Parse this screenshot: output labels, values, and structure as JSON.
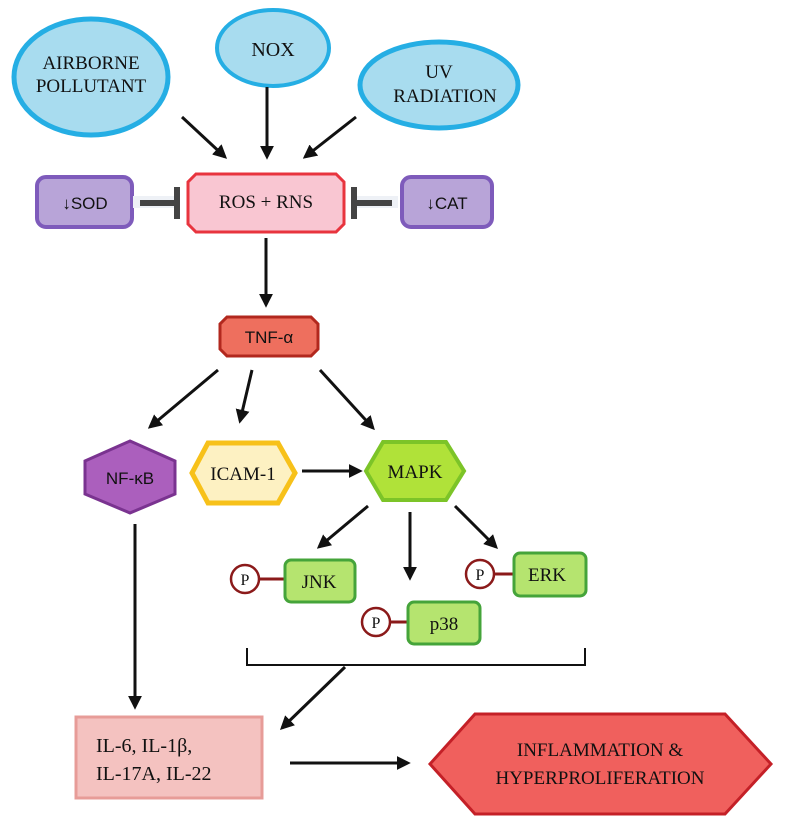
{
  "nodes": {
    "airborne_line1": "AIRBORNE",
    "airborne_line2": "POLLUTANT",
    "nox": "NOX",
    "uv_line1": "UV",
    "uv_line2": "RADIATION",
    "sod": "↓SOD",
    "ros": "ROS + RNS",
    "cat": "↓CAT",
    "tnf": "TNF-α",
    "nfkb": "NF-κB",
    "icam": "ICAM-1",
    "mapk": "MAPK",
    "jnk": "JNK",
    "p38": "p38",
    "erk": "ERK",
    "phospho": "P",
    "cytokines_line1": "IL-6, IL-1β,",
    "cytokines_line2": "IL-17A, IL-22",
    "outcome_line1": "INFLAMMATION &",
    "outcome_line2": "HYPERPROLIFERATION"
  },
  "colors": {
    "ellipse_fill": "#a8dcef",
    "ellipse_stroke": "#25aee4",
    "inhibitor_fill": "#b8a4d8",
    "inhibitor_stroke": "#7e5bbb",
    "ros_fill": "#f9c6d2",
    "ros_stroke": "#e8343e",
    "tnf_fill": "#ee6f5e",
    "tnf_stroke": "#b2281e",
    "nfkb_fill": "#ab5fbd",
    "nfkb_stroke": "#7a3390",
    "icam_fill": "#fdf1c2",
    "icam_stroke": "#f7c11a",
    "mapk_fill": "#b0e239",
    "mapk_stroke": "#7cc428",
    "kinase_fill": "#b5e46f",
    "kinase_stroke": "#45a43a",
    "phospho_stroke": "#8b1a1a",
    "cytokine_fill": "#f4c2c0",
    "cytokine_stroke": "#e79c98",
    "outcome_fill": "#f0605d",
    "outcome_stroke": "#c42027",
    "arrow": "#111111",
    "inhibit": "#444444"
  }
}
